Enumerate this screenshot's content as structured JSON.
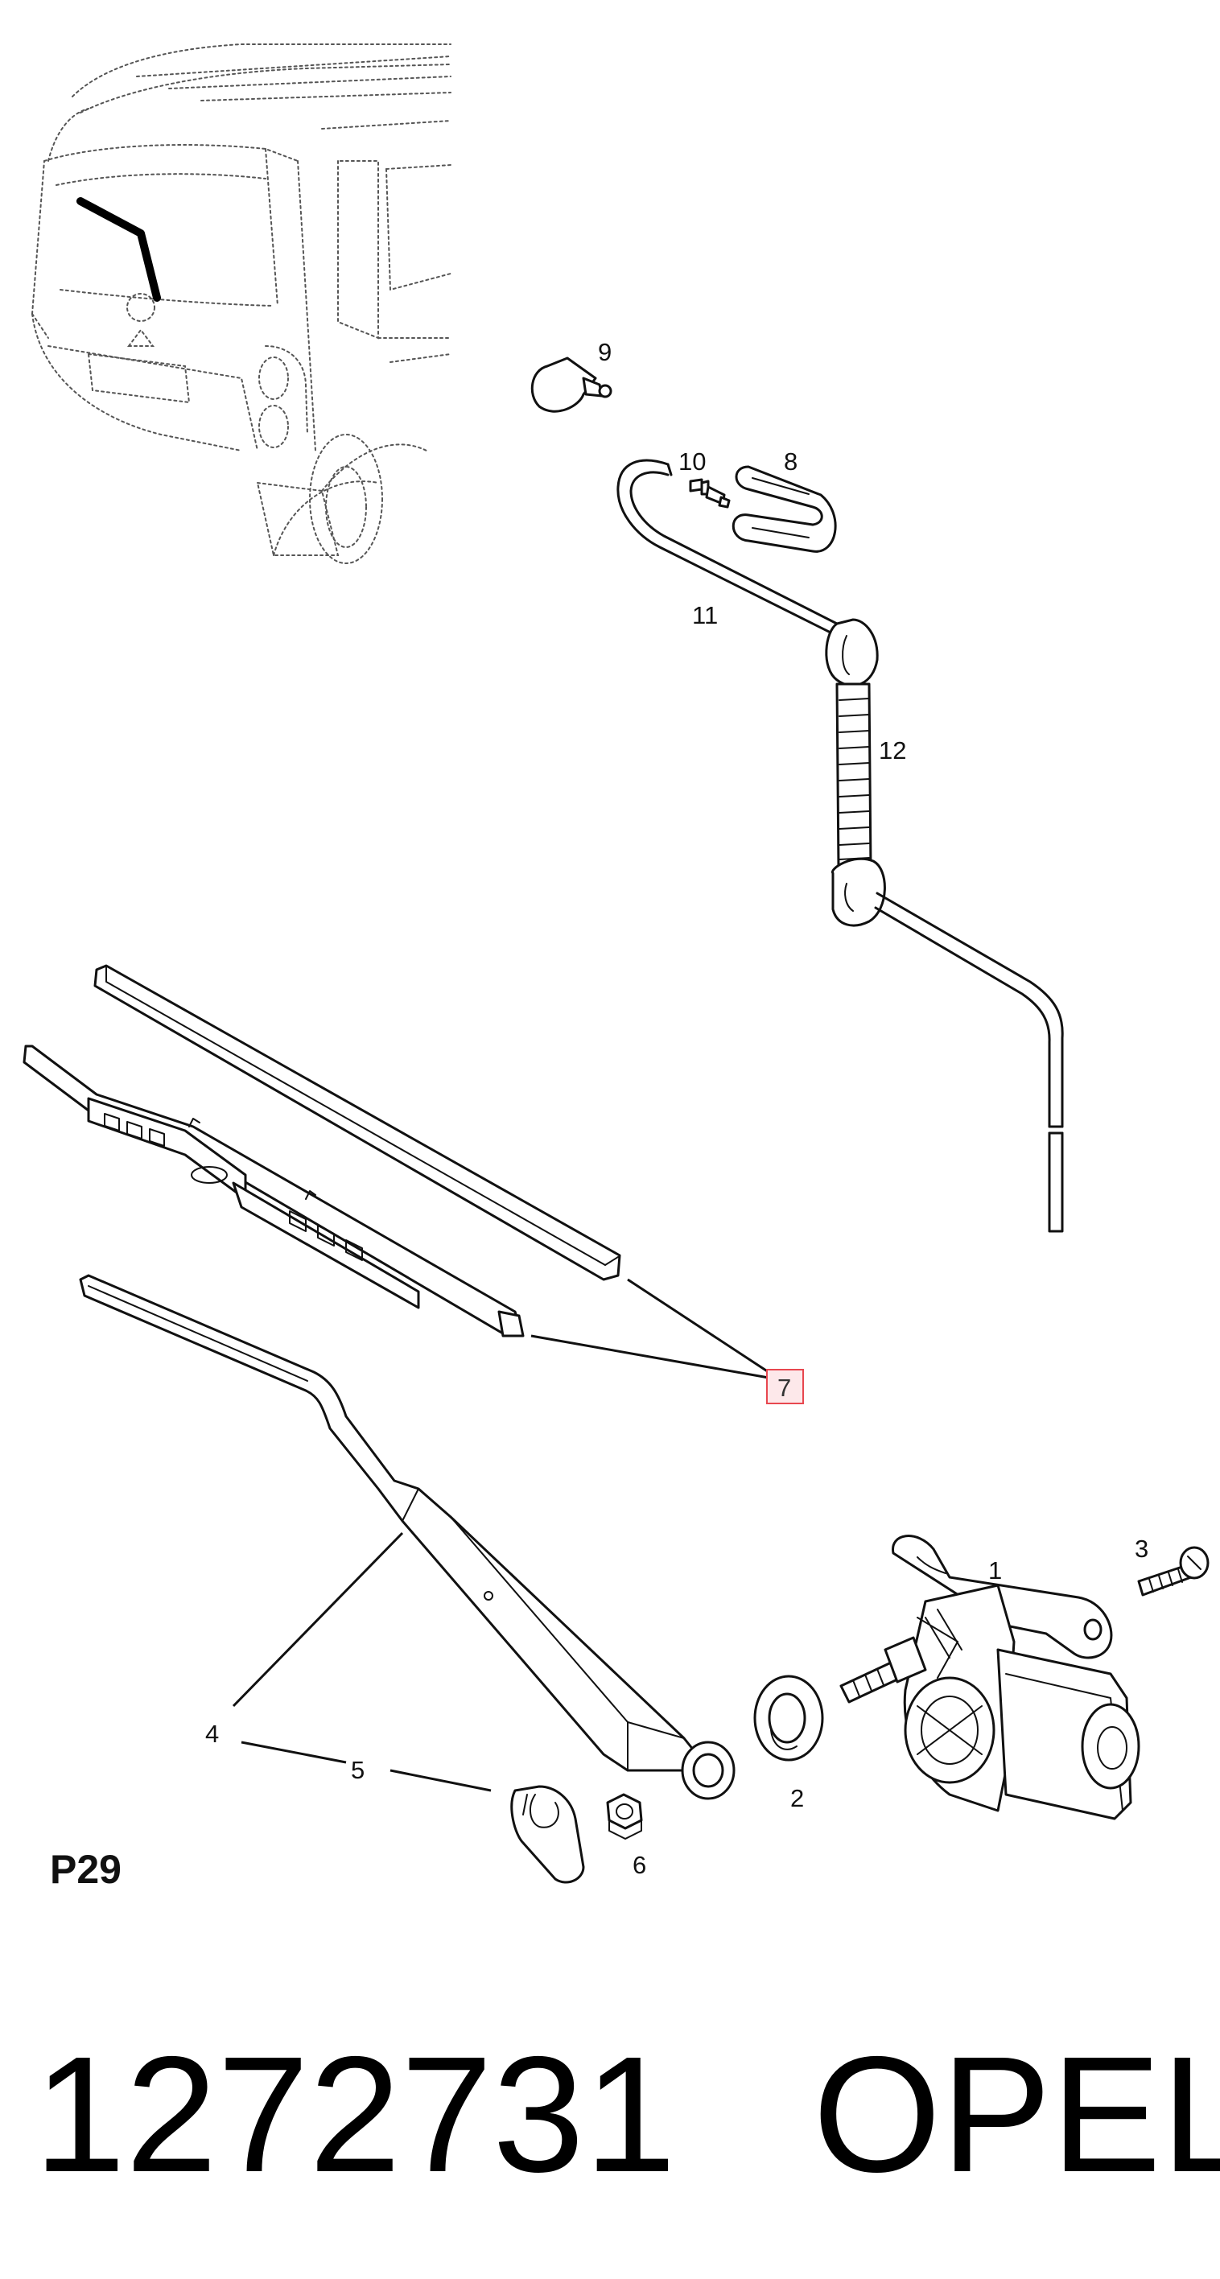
{
  "callouts": {
    "c1": "1",
    "c2": "2",
    "c3": "3",
    "c4": "4",
    "c5": "5",
    "c6": "6",
    "c7": "7",
    "c8": "8",
    "c9": "9",
    "c10": "10",
    "c11": "11",
    "c12": "12"
  },
  "highlight_color": "#e8474f",
  "page_ref": "P29",
  "part_number": "1272731",
  "brand": "OPEL"
}
